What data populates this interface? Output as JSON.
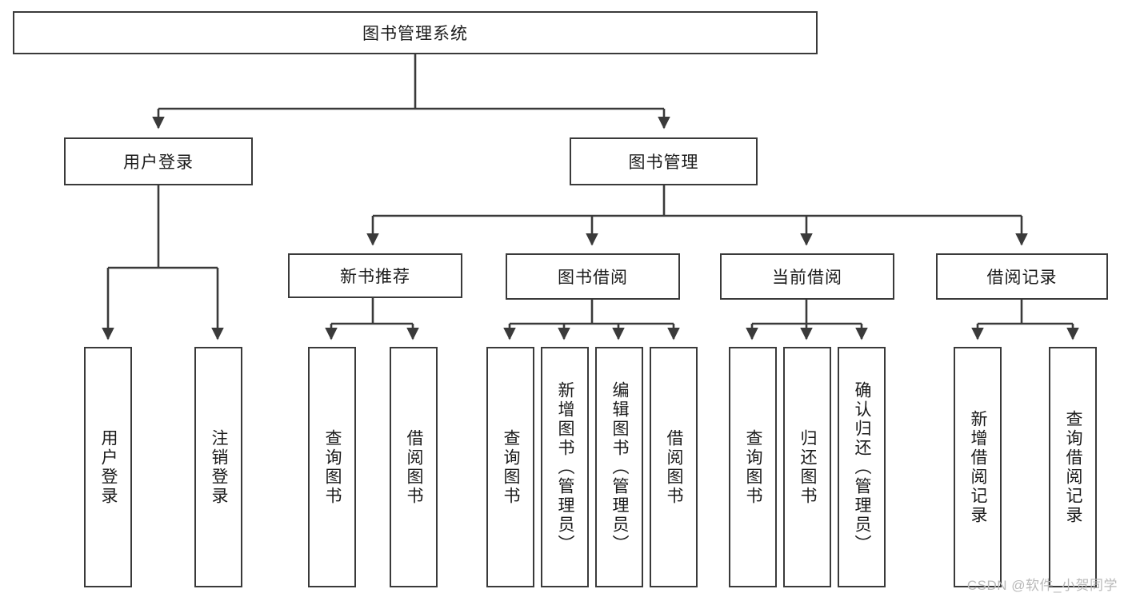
{
  "diagram": {
    "title": "图书管理系统",
    "type": "tree-hierarchy-diagram",
    "root": {
      "label": "图书管理系统"
    },
    "level2": [
      {
        "label": "用户登录"
      },
      {
        "label": "图书管理"
      }
    ],
    "level3": [
      {
        "label": "新书推荐"
      },
      {
        "label": "图书借阅"
      },
      {
        "label": "当前借阅"
      },
      {
        "label": "借阅记录"
      }
    ],
    "leaves": {
      "user_login": [
        {
          "label": "用户登录"
        },
        {
          "label": "注销登录"
        }
      ],
      "new_book_recommend": [
        {
          "label": "查询图书"
        },
        {
          "label": "借阅图书"
        }
      ],
      "book_borrow": [
        {
          "label": "查询图书"
        },
        {
          "label": "新增图书（管理员）"
        },
        {
          "label": "编辑图书（管理员）"
        },
        {
          "label": "借阅图书"
        }
      ],
      "current_borrow": [
        {
          "label": "查询图书"
        },
        {
          "label": "归还图书"
        },
        {
          "label": "确认归还（管理员）"
        }
      ],
      "borrow_record": [
        {
          "label": "新增借阅记录"
        },
        {
          "label": "查询借阅记录"
        }
      ]
    }
  },
  "watermark": {
    "text": "CSDN @软件_小贺同学"
  },
  "colors": {
    "stroke": "#3a3a3a",
    "fill": "#ffffff",
    "text": "#1a1a1a",
    "watermark": "#b9b9b9"
  }
}
